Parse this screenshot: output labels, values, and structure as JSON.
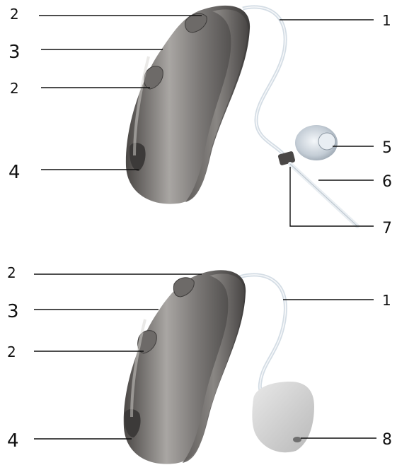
{
  "diagram": {
    "top_device": {
      "callouts": [
        {
          "id": "t2a",
          "label": "2"
        },
        {
          "id": "t3",
          "label": "3"
        },
        {
          "id": "t2b",
          "label": "2"
        },
        {
          "id": "t4",
          "label": "4"
        },
        {
          "id": "t1",
          "label": "1"
        },
        {
          "id": "t5",
          "label": "5"
        },
        {
          "id": "t6",
          "label": "6"
        },
        {
          "id": "t7",
          "label": "7"
        }
      ]
    },
    "bottom_device": {
      "callouts": [
        {
          "id": "b2a",
          "label": "2"
        },
        {
          "id": "b3",
          "label": "3"
        },
        {
          "id": "b2b",
          "label": "2"
        },
        {
          "id": "b4",
          "label": "4"
        },
        {
          "id": "b1",
          "label": "1"
        },
        {
          "id": "b8",
          "label": "8"
        }
      ]
    },
    "colors": {
      "housing": "#6b6866",
      "housing_light": "#a8a5a2",
      "tube": "#dfe6ec",
      "dome": "#c9d2db",
      "earmold": "#cfcfcf"
    }
  }
}
